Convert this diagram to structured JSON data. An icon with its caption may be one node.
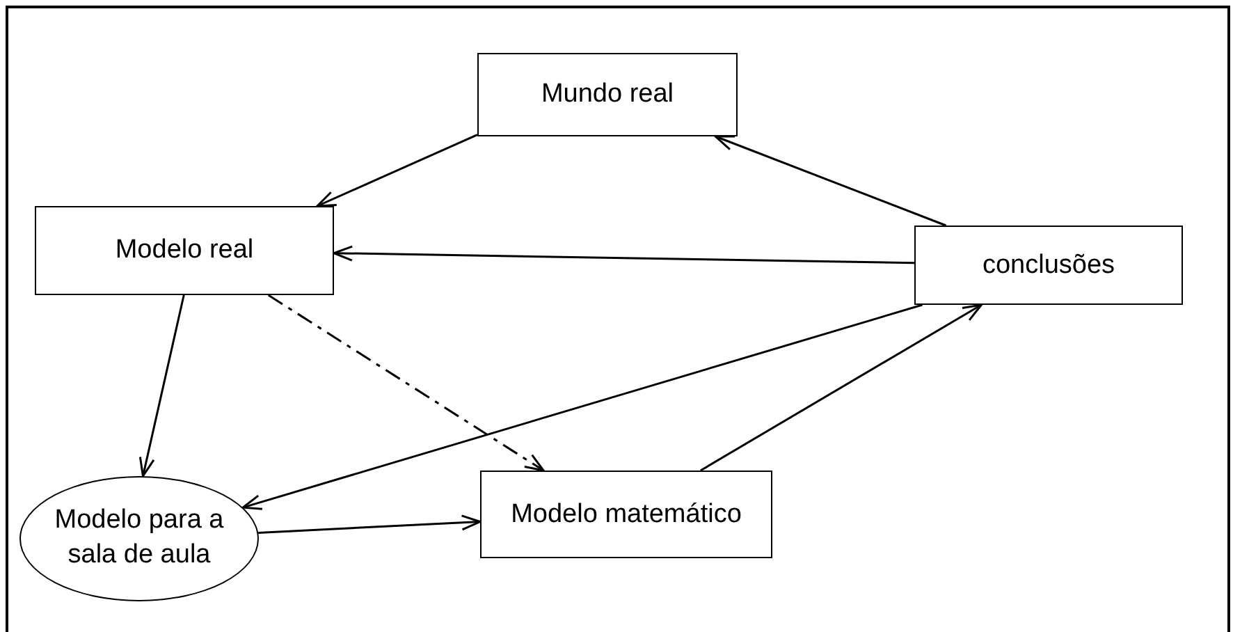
{
  "diagram": {
    "nodes": [
      {
        "text": [
          "Mundo real"
        ]
      },
      {
        "text": [
          "Modelo real"
        ]
      },
      {
        "text": [
          "conclusões"
        ]
      },
      {
        "text": [
          "Modelo para a sala de aula"
        ]
      },
      {
        "text": [
          "Modelo matemático"
        ]
      }
    ],
    "edges": [
      {
        "from": 0,
        "to": 1,
        "arrow": "to"
      },
      {
        "from": 2,
        "to": 0,
        "arrow": "to"
      },
      {
        "from": 2,
        "to": 1,
        "arrow": "to"
      },
      {
        "from": 2,
        "to": 3,
        "arrow": "to"
      },
      {
        "from": 1,
        "to": 3,
        "arrow": "to"
      },
      {
        "from": 1,
        "to": 4,
        "arrow": "to",
        "style": "dashed"
      },
      {
        "from": 3,
        "to": 4,
        "arrow": "to"
      },
      {
        "from": 4,
        "to": 2,
        "arrow": "to"
      }
    ]
  }
}
